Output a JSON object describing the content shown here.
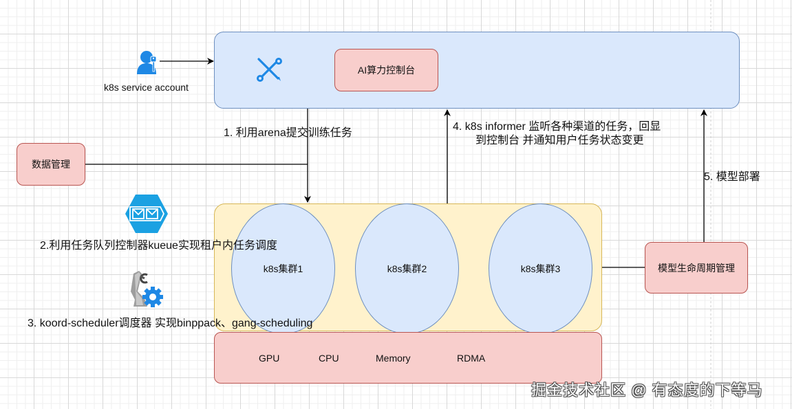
{
  "actor": {
    "label": "k8s service account",
    "icon": "user-key-icon"
  },
  "console_panel": {
    "icon": "tools-icon",
    "title": "AI算力控制台"
  },
  "data_mgmt": {
    "label": "数据管理"
  },
  "steps": {
    "step1": "1. 利用arena提交训练任务",
    "step2": "2.利用任务队列控制器kueue实现租户内任务调度",
    "step3": "3. koord-scheduler调度器 实现binppack、gang-scheduling",
    "step4_line1": "4. k8s informer 监听各种渠道的任务，回显",
    "step4_line2": "到控制台 并通知用户任务状态变更",
    "step5": "5. 模型部署"
  },
  "clusters": [
    {
      "label": "k8s集群1"
    },
    {
      "label": "k8s集群2"
    },
    {
      "label": "k8s集群3"
    }
  ],
  "model_lifecycle": {
    "label": "模型生命周期管理"
  },
  "resources": [
    {
      "label": "GPU"
    },
    {
      "label": "CPU"
    },
    {
      "label": "Memory"
    },
    {
      "label": "RDMA"
    }
  ],
  "icons": {
    "queue": "message-queue-icon",
    "scheduler": "robot-arm-gear-icon"
  },
  "watermark": "掘金技术社区 @ 有态度的下等马",
  "colors": {
    "blue_fill": "#dae8fc",
    "blue_stroke": "#6c8ebf",
    "yellow_fill": "#fff2cc",
    "yellow_stroke": "#d6b656",
    "pink_fill": "#f8cecc",
    "pink_stroke": "#b85450",
    "icon_blue": "#1e88e5",
    "queue_cyan": "#1ba1e2"
  }
}
